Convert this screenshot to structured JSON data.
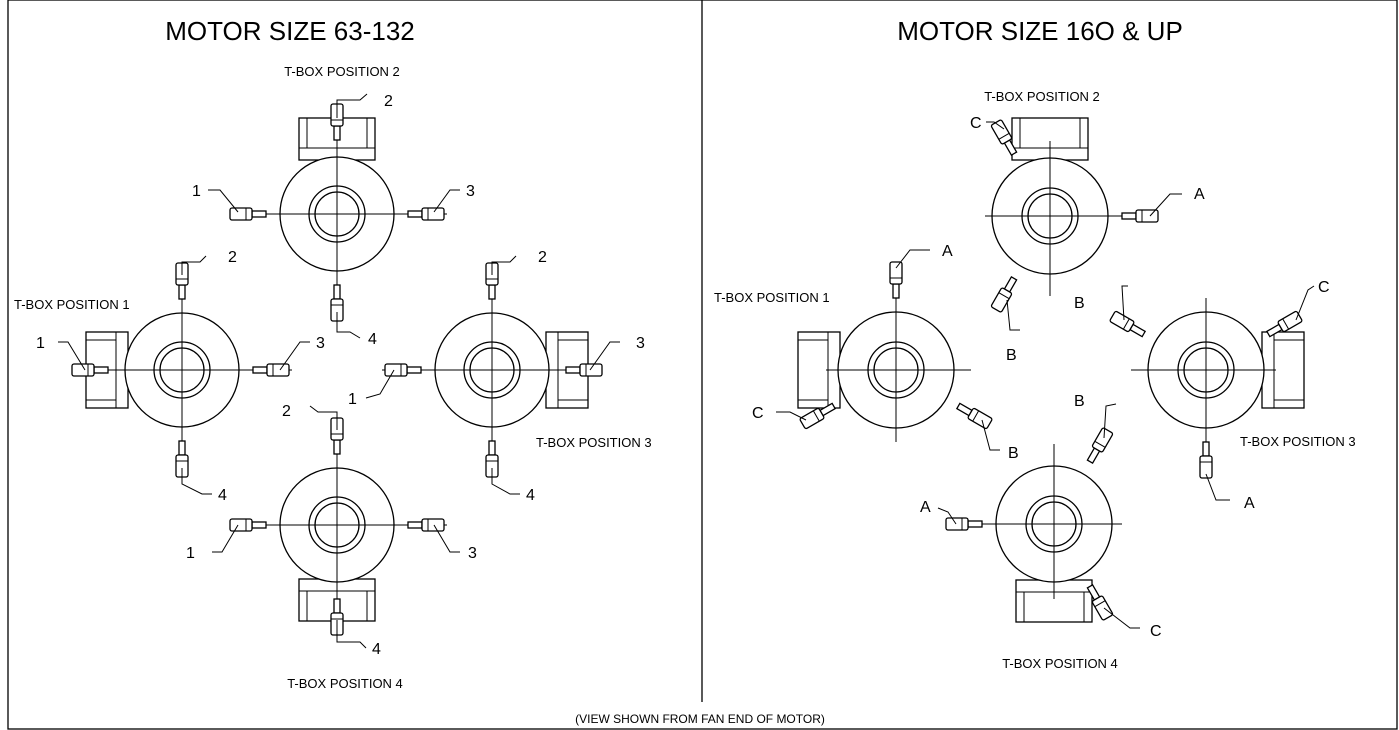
{
  "titles": {
    "left": "MOTOR SIZE 63-132",
    "right": "MOTOR SIZE 16O & UP"
  },
  "footer": "(VIEW SHOWN FROM FAN END OF MOTOR)",
  "left": {
    "positions": [
      "T-BOX POSITION 1",
      "T-BOX POSITION 2",
      "T-BOX POSITION 3",
      "T-BOX POSITION 4"
    ],
    "drain_labels": [
      "1",
      "2",
      "3",
      "4"
    ]
  },
  "right": {
    "positions": [
      "T-BOX POSITION 1",
      "T-BOX POSITION 2",
      "T-BOX POSITION 3",
      "T-BOX POSITION 4"
    ],
    "drain_labels": [
      "A",
      "B",
      "C"
    ]
  }
}
